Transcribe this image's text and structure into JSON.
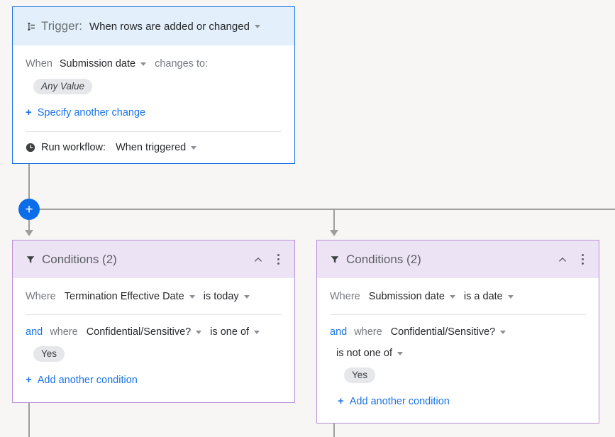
{
  "canvas": {
    "background": "#f7f6f4",
    "branch_button_label": "+",
    "branch_button_color": "#0b6ee8",
    "connector_color": "#9e9e9e"
  },
  "trigger_card": {
    "accent_color": "#1a73e8",
    "header_background": "#e3f0fb",
    "icon": "sync-arrows-icon",
    "label": "Trigger:",
    "value": "When rows are added or changed",
    "when_label": "When",
    "when_field": "Submission date",
    "changes_to_label": "changes to:",
    "value_chip": "Any Value",
    "add_change_link": "Specify another change",
    "run_icon": "clock-icon",
    "run_label": "Run workflow:",
    "run_value": "When triggered"
  },
  "condition_cards": [
    {
      "accent_color": "#b98fd9",
      "header_background": "#ece3f5",
      "icon": "filter-icon",
      "title": "Conditions (2)",
      "collapse_icon": "chevron-up-icon",
      "menu_icon": "kebab-menu-icon",
      "rows": [
        {
          "prefix": "Where",
          "field": "Termination Effective Date",
          "operator": "is today",
          "operator_on_new_line": false,
          "chips": []
        },
        {
          "conjunction": "and",
          "prefix": "where",
          "field": "Confidential/Sensitive?",
          "operator": "is one of",
          "operator_on_new_line": false,
          "chips": [
            "Yes"
          ]
        }
      ],
      "add_condition_link": "Add another condition"
    },
    {
      "accent_color": "#b98fd9",
      "header_background": "#ece3f5",
      "icon": "filter-icon",
      "title": "Conditions (2)",
      "collapse_icon": "chevron-up-icon",
      "menu_icon": "kebab-menu-icon",
      "rows": [
        {
          "prefix": "Where",
          "field": "Submission date",
          "operator": "is a date",
          "operator_on_new_line": false,
          "chips": []
        },
        {
          "conjunction": "and",
          "prefix": "where",
          "field": "Confidential/Sensitive?",
          "operator": "is not one of",
          "operator_on_new_line": true,
          "chips": [
            "Yes"
          ]
        }
      ],
      "add_condition_link": "Add another condition"
    }
  ]
}
